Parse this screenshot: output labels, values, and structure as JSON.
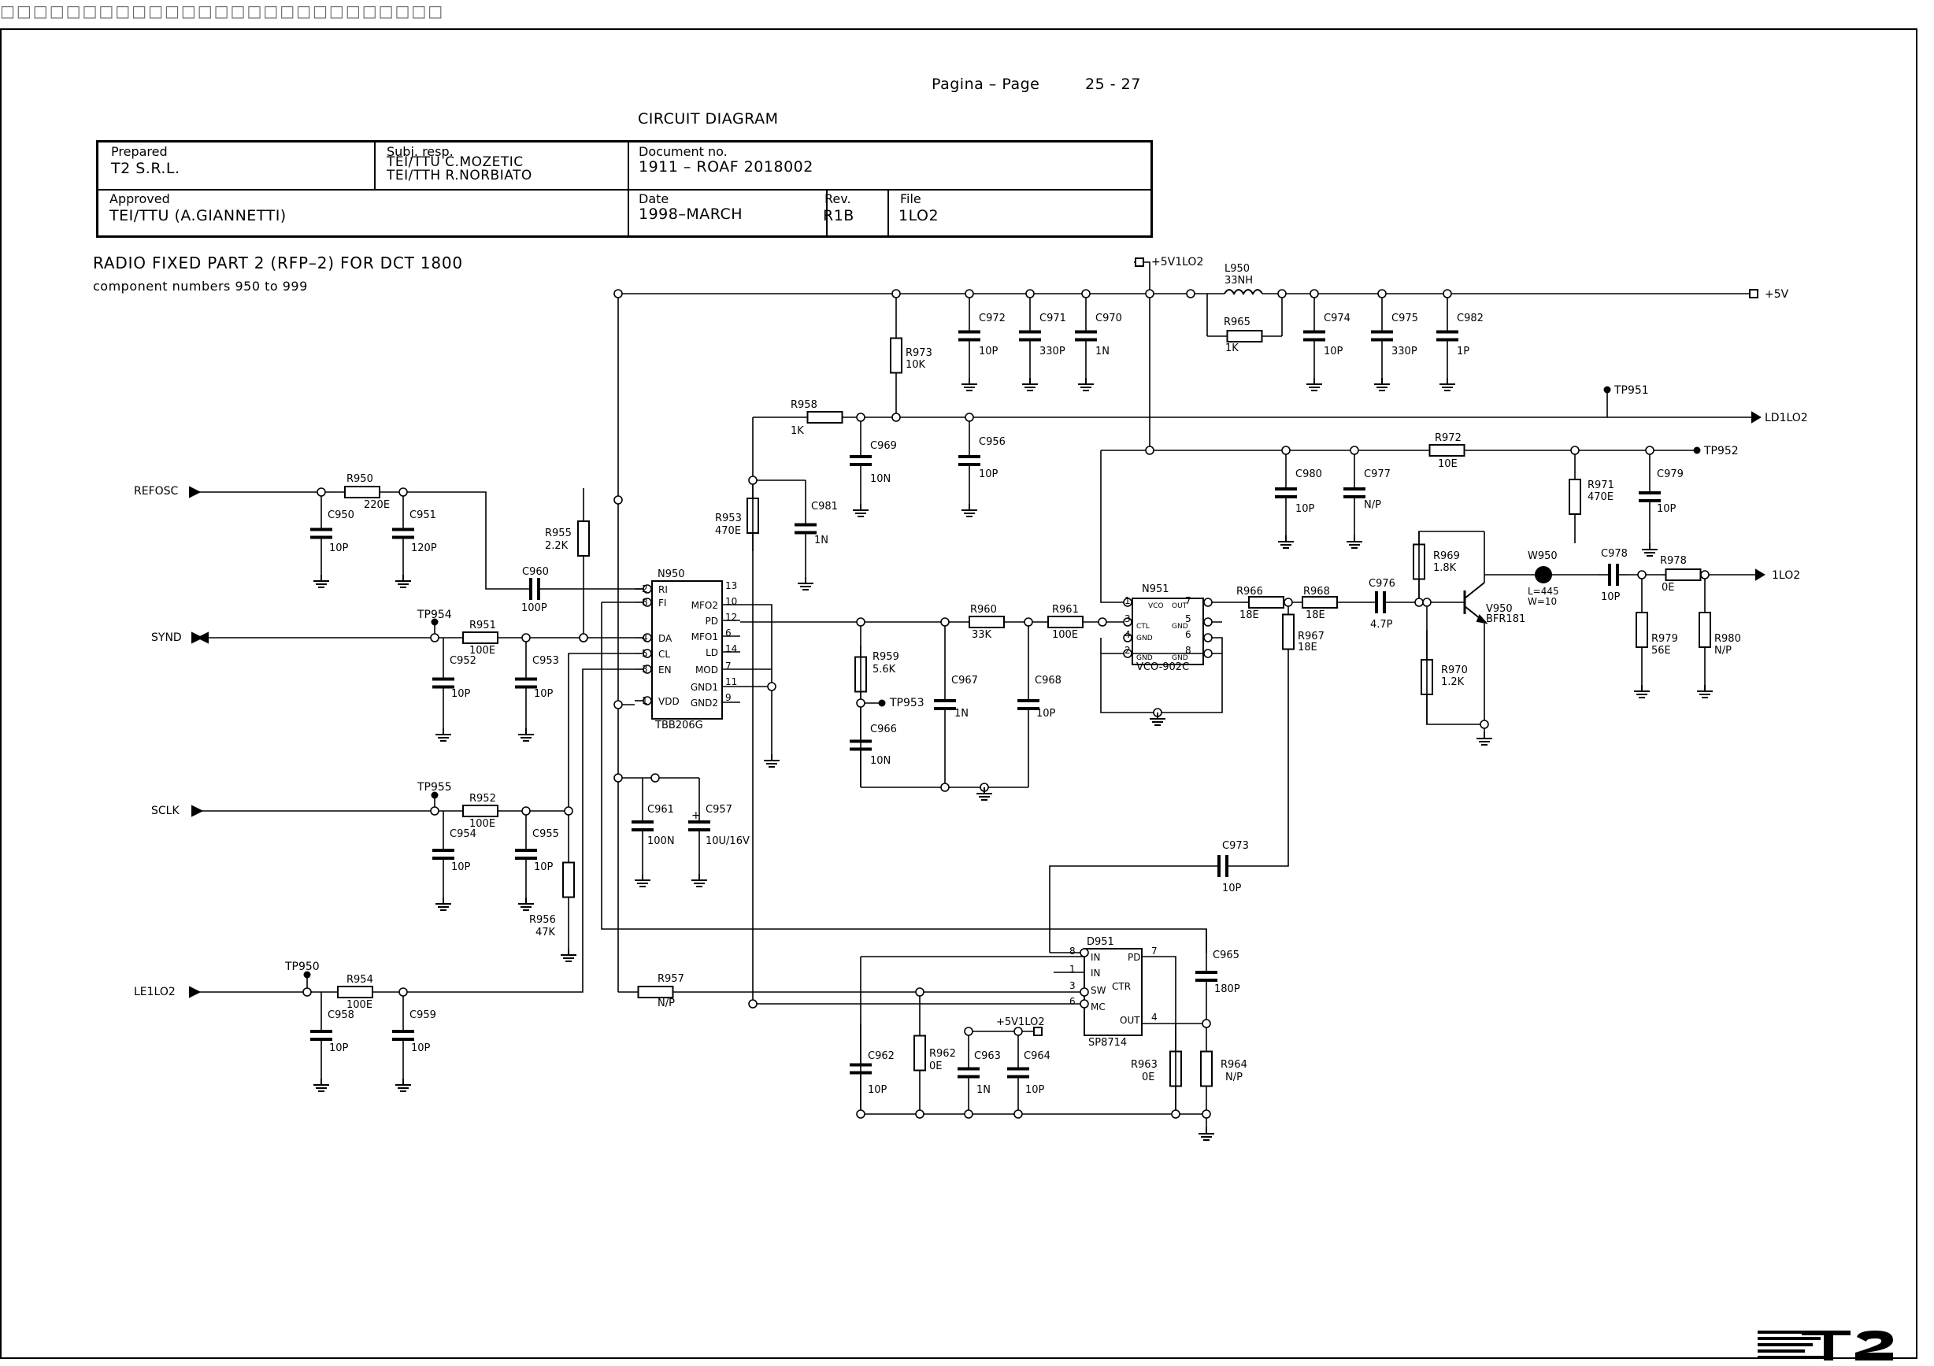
{
  "header": {
    "glyphs": "□□□□□□□□□□□□□□□□□□□□□□□□□□□"
  },
  "page": {
    "label": "Pagina  –  Page",
    "number": "25 - 27"
  },
  "doc_title": "CIRCUIT DIAGRAM",
  "title_block": {
    "prepared_label": "Prepared",
    "prepared_value": "T2 S.R.L.",
    "subj_label": "Subj. resp.",
    "subj_line1": "TEI/TTU  C.MOZETIC",
    "subj_line2": "TEI/TTH  R.NORBIATO",
    "doc_label": "Document no.",
    "doc_value": "1911 – ROAF 2018002",
    "approved_label": "Approved",
    "approved_value": "TEI/TTU  (A.GIANNETTI)",
    "date_label": "Date",
    "date_value": "1998–MARCH",
    "rev_label": "Rev.",
    "rev_value": "R1B",
    "file_label": "File",
    "file_value": "1LO2"
  },
  "subtitle": "RADIO FIXED PART 2 (RFP–2) FOR DCT 1800",
  "subtitle2": "component numbers 950 to 999",
  "schematic": {
    "ports": {
      "refosc": "REFOSC",
      "synd": "SYND",
      "sclk": "SCLK",
      "le": "LE1LO2",
      "vcc": "+5V",
      "vcc_top": "+5V1LO2",
      "ld": "LD1LO2",
      "out": "1LO2",
      "vcc_d951": "+5V1LO2"
    },
    "test_points": {
      "tp954": "TP954",
      "tp955": "TP955",
      "tp950": "TP950",
      "tp951": "TP951",
      "tp952": "TP952",
      "tp953": "TP953"
    },
    "ics": {
      "n950": {
        "ref": "N950",
        "part": "TBB206G",
        "pins_left": [
          "RI",
          "FI",
          "DA",
          "CL",
          "EN",
          "VDD"
        ],
        "pins_left_num": [
          "2",
          "8",
          "4",
          "5",
          "3",
          "1"
        ],
        "pins_right": [
          "MFO2",
          "PD",
          "MFO1",
          "LD",
          "MOD",
          "GND1",
          "GND2"
        ],
        "pins_right_num": [
          "13",
          "10",
          "12",
          "6",
          "14",
          "7",
          "11",
          "9"
        ]
      },
      "n951": {
        "ref": "N951",
        "part": "VCO-902C",
        "pins": [
          "VCO",
          "CTL",
          "GND",
          "GND",
          "OUT",
          "GND",
          "GND"
        ],
        "nums": [
          "1",
          "3",
          "4",
          "2",
          "7",
          "5",
          "6",
          "8"
        ]
      },
      "d951": {
        "ref": "D951",
        "part": "SP8714",
        "pins": [
          "IN",
          "IN",
          "SW",
          "MC",
          "PD",
          "CTR",
          "OUT"
        ],
        "nums": [
          "8",
          "1",
          "3",
          "6",
          "7",
          "4"
        ]
      }
    },
    "transistor": {
      "ref": "V950",
      "part": "BFR181"
    },
    "stripline": {
      "ref": "W950",
      "l": "L=445",
      "w": "W=10"
    },
    "inductor": {
      "ref": "L950",
      "value": "33NH"
    },
    "components": [
      {
        "ref": "R950",
        "val": "220E"
      },
      {
        "ref": "C950",
        "val": "10P"
      },
      {
        "ref": "C951",
        "val": "120P"
      },
      {
        "ref": "C960",
        "val": "100P"
      },
      {
        "ref": "R955",
        "val": "2.2K"
      },
      {
        "ref": "R951",
        "val": "100E"
      },
      {
        "ref": "C952",
        "val": "10P"
      },
      {
        "ref": "C953",
        "val": "10P"
      },
      {
        "ref": "R952",
        "val": "100E"
      },
      {
        "ref": "C954",
        "val": "10P"
      },
      {
        "ref": "C955",
        "val": "10P"
      },
      {
        "ref": "R956",
        "val": "47K"
      },
      {
        "ref": "R954",
        "val": "100E"
      },
      {
        "ref": "C958",
        "val": "10P"
      },
      {
        "ref": "C959",
        "val": "10P"
      },
      {
        "ref": "R957",
        "val": "N/P"
      },
      {
        "ref": "R958",
        "val": "1K"
      },
      {
        "ref": "R953",
        "val": "470E"
      },
      {
        "ref": "C981",
        "val": "1N"
      },
      {
        "ref": "C969",
        "val": "10N"
      },
      {
        "ref": "R973",
        "val": "10K"
      },
      {
        "ref": "C972",
        "val": "10P"
      },
      {
        "ref": "C971",
        "val": "330P"
      },
      {
        "ref": "C970",
        "val": "1N"
      },
      {
        "ref": "C956",
        "val": "10P"
      },
      {
        "ref": "R965",
        "val": "1K"
      },
      {
        "ref": "C974",
        "val": "10P"
      },
      {
        "ref": "C975",
        "val": "330P"
      },
      {
        "ref": "C982",
        "val": "1P"
      },
      {
        "ref": "C980",
        "val": "10P"
      },
      {
        "ref": "C977",
        "val": "N/P"
      },
      {
        "ref": "R972",
        "val": "10E"
      },
      {
        "ref": "R971",
        "val": "470E"
      },
      {
        "ref": "C979",
        "val": "10P"
      },
      {
        "ref": "R960",
        "val": "33K"
      },
      {
        "ref": "R961",
        "val": "100E"
      },
      {
        "ref": "R959",
        "val": "5.6K"
      },
      {
        "ref": "C967",
        "val": "1N"
      },
      {
        "ref": "C968",
        "val": "10P"
      },
      {
        "ref": "C966",
        "val": "10N"
      },
      {
        "ref": "C961",
        "val": "100N"
      },
      {
        "ref": "C957",
        "val": "10U/16V"
      },
      {
        "ref": "R966",
        "val": "18E"
      },
      {
        "ref": "R968",
        "val": "18E"
      },
      {
        "ref": "R967",
        "val": "18E"
      },
      {
        "ref": "C976",
        "val": "4.7P"
      },
      {
        "ref": "R969",
        "val": "1.8K"
      },
      {
        "ref": "R970",
        "val": "1.2K"
      },
      {
        "ref": "C978",
        "val": "10P"
      },
      {
        "ref": "R978",
        "val": "0E"
      },
      {
        "ref": "R979",
        "val": "56E"
      },
      {
        "ref": "R980",
        "val": "N/P"
      },
      {
        "ref": "C973",
        "val": "10P"
      },
      {
        "ref": "C965",
        "val": "180P"
      },
      {
        "ref": "R964",
        "val": "N/P"
      },
      {
        "ref": "R963",
        "val": "0E"
      },
      {
        "ref": "C962",
        "val": "10P"
      },
      {
        "ref": "R962",
        "val": "0E"
      },
      {
        "ref": "C963",
        "val": "1N"
      },
      {
        "ref": "C964",
        "val": "10P"
      }
    ]
  }
}
